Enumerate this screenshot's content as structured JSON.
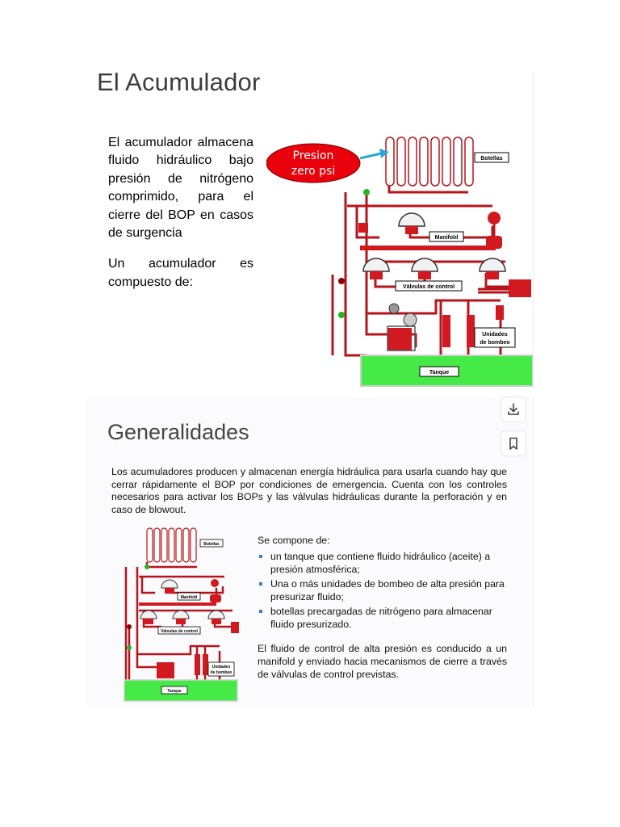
{
  "slide1": {
    "title": "El Acumulador",
    "paragraph1": "El acumulador almacena fluido hidráulico bajo presión de nitrógeno comprimido, para el cierre del BOP en casos de surgencia",
    "paragraph2": "Un acumulador es compuesto de:",
    "diagram": {
      "callout_line1": "Presion",
      "callout_line2": "zero psi",
      "label_botellas": "Botellas",
      "label_manifold": "Manifold",
      "label_valvulas": "Válvulas de control",
      "label_unidades_1": "Unidades",
      "label_unidades_2": "de bombeo",
      "label_tanque": "Tanque"
    }
  },
  "slide2": {
    "title": "Generalidades",
    "intro": "Los acumuladores producen y almacenan energía hidráulica para usarla cuando hay que cerrar rápidamente el BOP por condiciones de emergencia. Cuenta con los controles necesarios para activar los BOPs y las válvulas hidráulicas durante la perforación y en caso de blowout.",
    "compose_heading": "Se compone de:",
    "bullets": [
      "un tanque que contiene fluido hidráulico (aceite) a presión atmosférica;",
      "Una o más unidades de bombeo de alta presión para presurizar fluido;",
      "botellas precargadas de nitrógeno para almacenar fluido presurizado."
    ],
    "conclusion": "El fluido de control de alta presión es conducido a un manifold y enviado hacia mecanismos de cierre a través de válvulas de control previstas.",
    "diagram": {
      "label_botellas": "Botellas",
      "label_manifold": "Manifold",
      "label_valvulas": "Válvulas de control",
      "label_unidades_1": "Unidades",
      "label_unidades_2": "de bombeo",
      "label_tanque": "Tanque"
    }
  },
  "toolbar": {
    "download_icon": "download-icon",
    "bookmark_icon": "bookmark-icon"
  },
  "colors": {
    "pipe": "#b5151b",
    "tank": "#46ea46",
    "callout": "#e8000a",
    "callout_arrow": "#2aa7d8",
    "bullet": "#3d7cc9"
  }
}
